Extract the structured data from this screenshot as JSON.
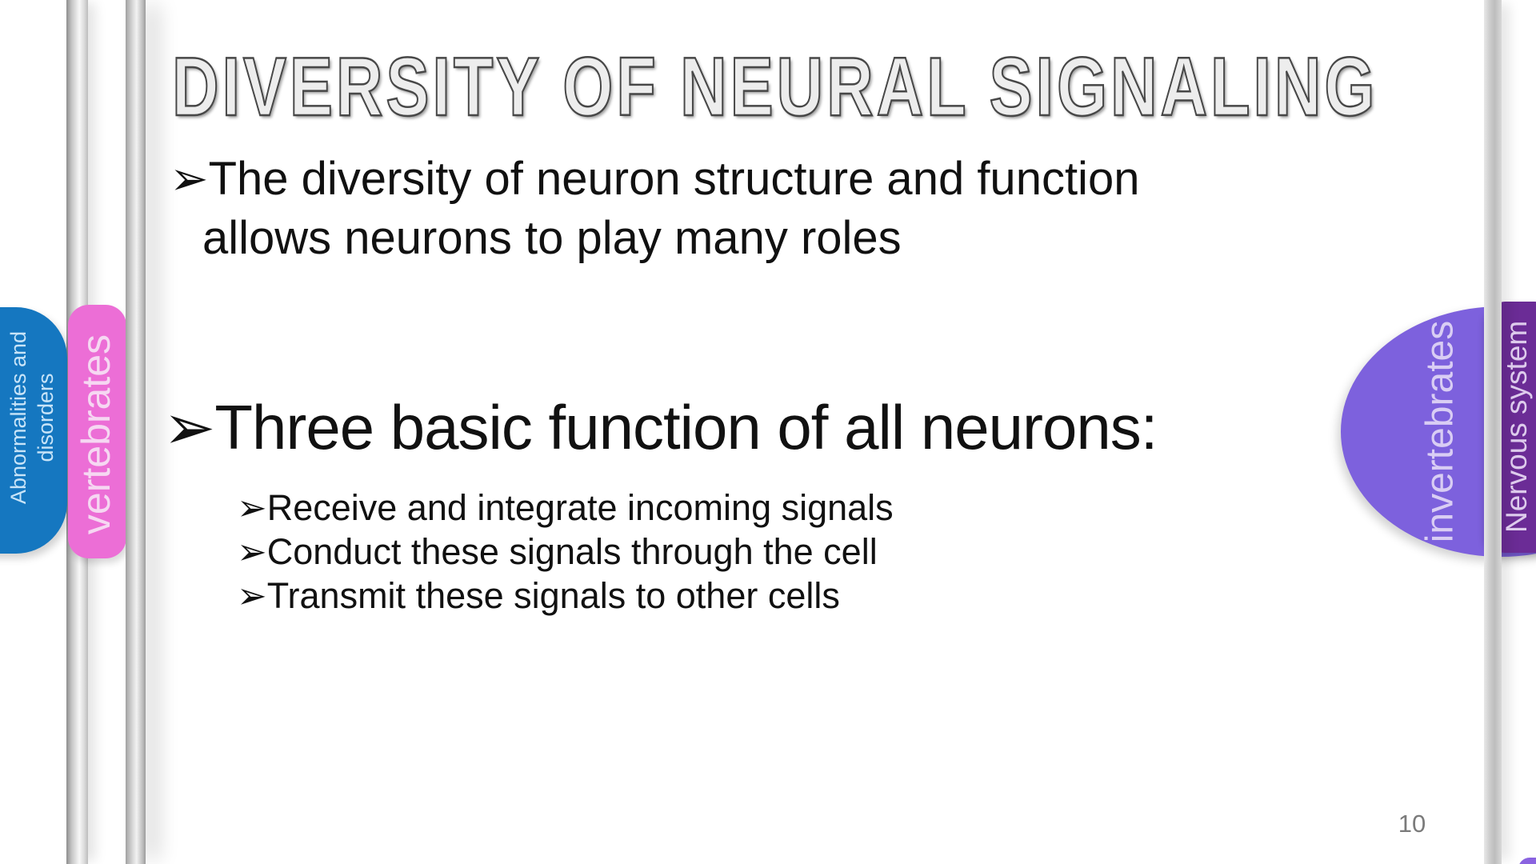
{
  "slide": {
    "title": "DIVERSITY OF NEURAL SIGNALING",
    "page_number": "10",
    "bullet_marker": "➢",
    "bullets": {
      "b1_line1": "The diversity of neuron structure and function",
      "b1_line2": "allows neurons to play many roles",
      "b2": "Three basic function of all neurons:",
      "sub1": "Receive and integrate incoming signals",
      "sub2": "Conduct these signals through the cell",
      "sub3": "Transmit these signals to other cells"
    },
    "tabs": {
      "left_outer": {
        "label_line1": "Abnormalities and",
        "label_line2": "disorders",
        "color": "#1577c0"
      },
      "left_inner": {
        "label": "vertebrates",
        "color": "#ec6ed6"
      },
      "right_inner": {
        "label": "invertebrates",
        "color": "#7d61dd"
      },
      "right_outer": {
        "label": "Nervous system",
        "color": "#6b2c96"
      }
    }
  }
}
